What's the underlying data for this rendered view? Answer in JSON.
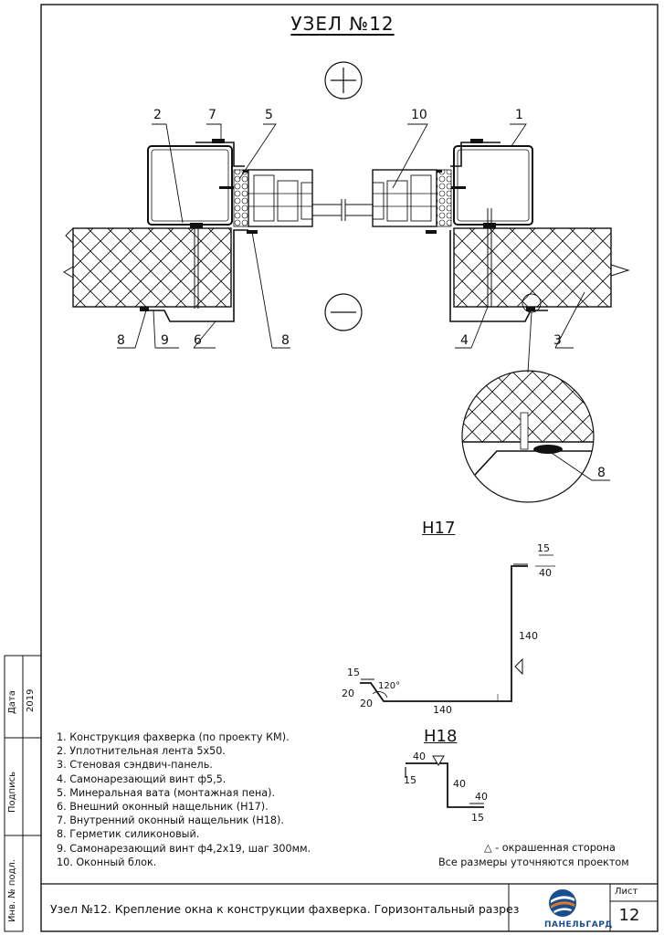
{
  "title": "УЗЕЛ №12",
  "signs": {
    "plus": "+",
    "minus": "−"
  },
  "callouts": {
    "c1": "1",
    "c2": "2",
    "c3": "3",
    "c4": "4",
    "c5": "5",
    "c6": "6",
    "c7": "7",
    "c8_left": "8",
    "c8_mid": "8",
    "c8_detail": "8",
    "c9": "9",
    "c10": "10"
  },
  "profiles": {
    "h17": {
      "label": "Н17",
      "dims": {
        "top_hem": "15",
        "top_flange": "40",
        "vertical": "140",
        "bottom": "140",
        "left_hem": "15",
        "left_up": "20",
        "left_down": "20",
        "angle": "120°"
      }
    },
    "h18": {
      "label": "Н18",
      "dims": {
        "top": "40",
        "left_hem": "15",
        "vertical": "40",
        "bottom": "40",
        "bottom_hem": "15"
      }
    }
  },
  "legend": [
    "1. Конструкция фахверка (по проекту КМ).",
    "2. Уплотнительная лента 5х50.",
    "3. Стеновая сэндвич-панель.",
    "4. Самонарезающий винт ф5,5.",
    "5. Минеральная вата (монтажная пена).",
    "6. Внешний оконный нащельник (Н17).",
    "7. Внутренний оконный нащельник (Н18).",
    "8. Герметик силиконовый.",
    "9. Самонарезающий винт ф4,2х19, шаг 300мм.",
    "10. Оконный блок."
  ],
  "notes": {
    "painted_side": "△ - окрашенная сторона",
    "dims_note": "Все размеры уточняются проектом"
  },
  "stamp": {
    "side_date": "Дата",
    "side_year": "2019",
    "side_sign": "Подпись",
    "side_inv": "Инв. № подл.",
    "caption": "Узел №12. Крепление окна к конструкции фахверка. Горизонтальный разрез",
    "brand": "ПАНЕЛЬГАРД",
    "sheet_label": "Лист",
    "sheet_number": "12"
  },
  "colors": {
    "ink": "#111111",
    "brand_blue": "#1a4f8f",
    "brand_orange": "#e87722"
  }
}
